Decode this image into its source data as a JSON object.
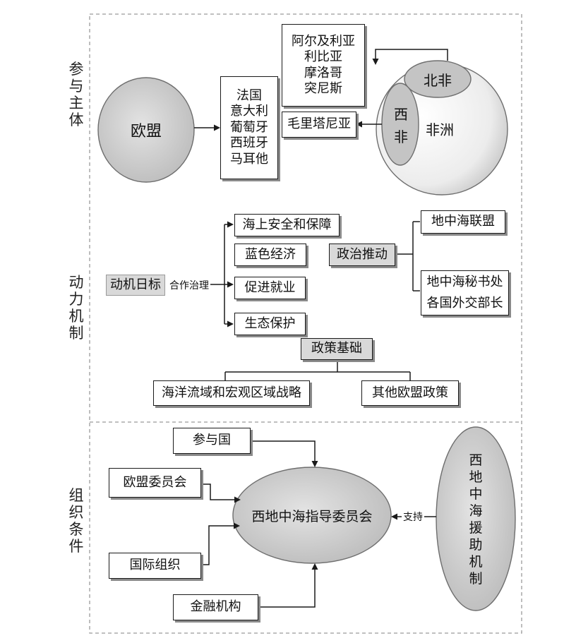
{
  "sections": {
    "participants": {
      "label": [
        "参",
        "与",
        "主",
        "体"
      ]
    },
    "motivation": {
      "label": [
        "动",
        "力",
        "机",
        "制"
      ]
    },
    "organization": {
      "label": [
        "组",
        "织",
        "条",
        "件"
      ]
    }
  },
  "participants": {
    "eu": "欧盟",
    "eu_members": [
      "法国",
      "意大利",
      "葡萄牙",
      "西班牙",
      "马耳他"
    ],
    "north_africa_countries": [
      "阿尔及利亚",
      "利比亚",
      "摩洛哥",
      "突尼斯"
    ],
    "west_africa_countries": "毛里塔尼亚",
    "africa": "非洲",
    "north_africa": "北非",
    "west_africa": [
      "西",
      "非"
    ]
  },
  "motivation": {
    "goal": "动机日标",
    "governance_label": "合作治理",
    "goals": [
      "海上安全和保障",
      "蓝色经济",
      "促进就业",
      "生态保护"
    ],
    "political": "政治推动",
    "political_items": [
      "地中海联盟",
      "地中海秘书处",
      "各国外交部长"
    ],
    "policy": "政策基础",
    "policy_items": [
      "海洋流域和宏观区域战略",
      "其他欧盟政策"
    ]
  },
  "organization": {
    "center": "西地中海指导委员会",
    "inputs": [
      "参与国",
      "欧盟委员会",
      "国际组织",
      "金融机构"
    ],
    "support_label": "支持",
    "aid": [
      "西",
      "地",
      "中",
      "海",
      "援",
      "助",
      "机",
      "制"
    ]
  },
  "colors": {
    "line": "#1a1a1a",
    "gray_fill": "#d9d9d9",
    "ellipse_fill": "#cccccc",
    "dash": "#9a9a9a"
  }
}
